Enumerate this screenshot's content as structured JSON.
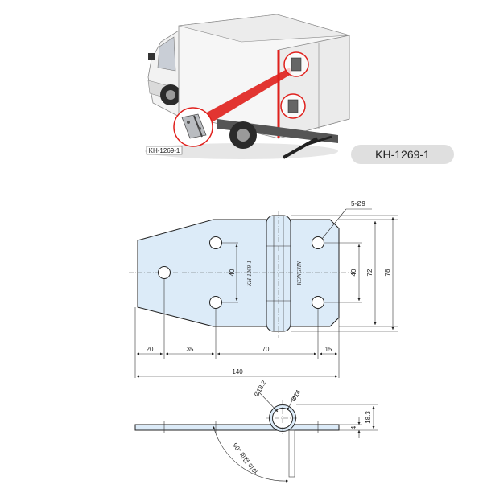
{
  "product": {
    "title": "KH-1269-1",
    "inset_tag": "KH-1269-1",
    "stamp_part": "KH-1269-1",
    "stamp_brand": "KONGJIN"
  },
  "dimensions": {
    "holes": "5-Ø9",
    "d20": "20",
    "d35": "35",
    "d70": "70",
    "d15": "15",
    "d140": "140",
    "d40_left": "40",
    "d40_right": "40",
    "d72": "72",
    "d78": "78",
    "d_outer": "Ø18.2",
    "d_pin": "Ø14",
    "h_total": "18.3",
    "t_plate": "4",
    "angle_note": "90° 회전 이하"
  },
  "colors": {
    "plate_fill": "#dcebf8",
    "box_fill": "#f4f4f4",
    "highlight_red": "#e0201c"
  }
}
